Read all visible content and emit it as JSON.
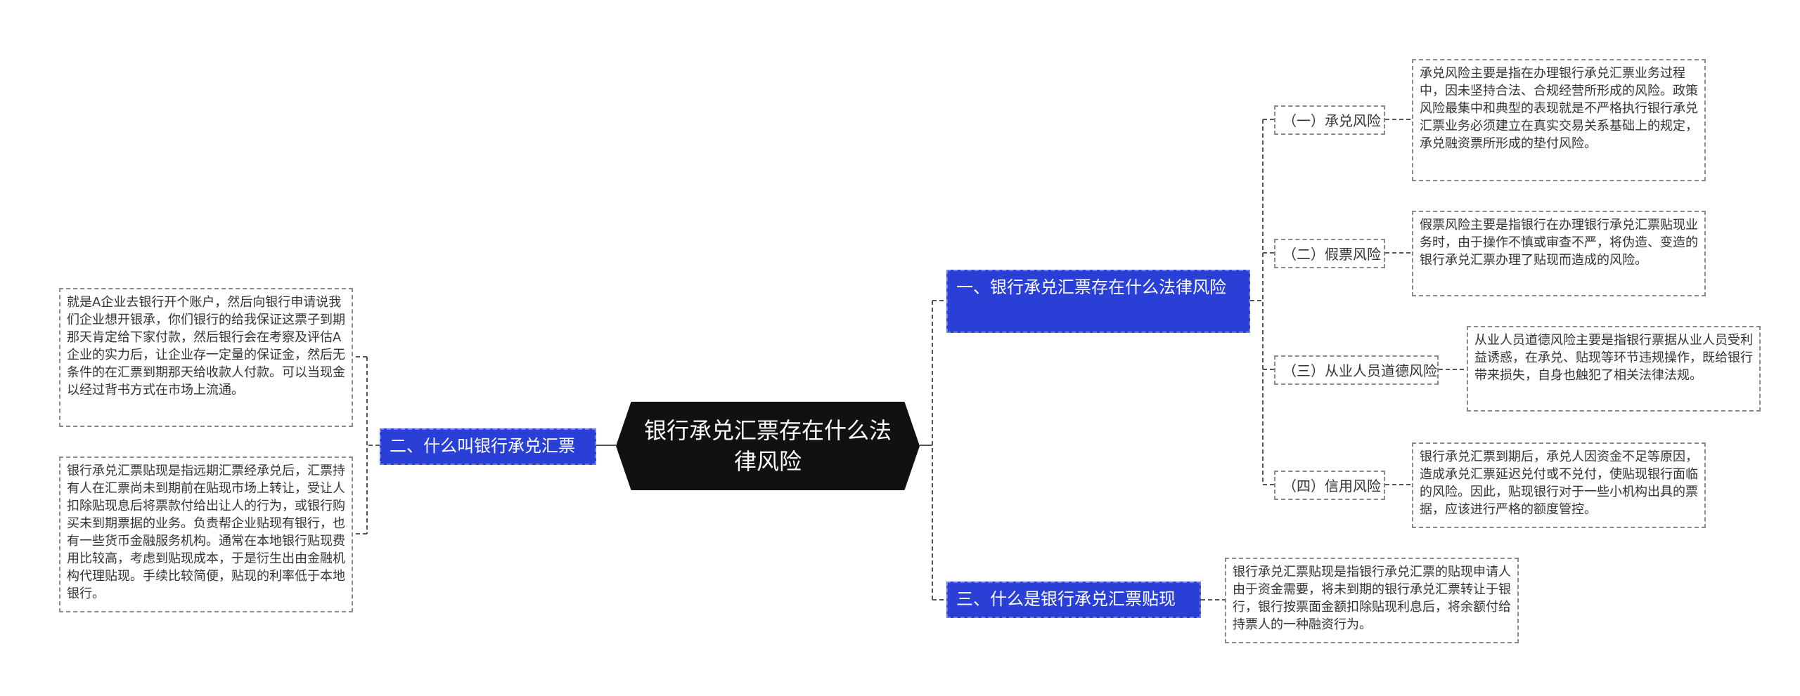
{
  "center": {
    "title": "银行承兑汇票存在什么法律风险"
  },
  "branches": {
    "one": {
      "label": "一、银行承兑汇票存在什么法律风险",
      "children": [
        {
          "label": "（一）承兑风险",
          "detail": "承兑风险主要是指在办理银行承兑汇票业务过程中，因未坚持合法、合规经营所形成的风险。政策风险最集中和典型的表现就是不严格执行银行承兑汇票业务必须建立在真实交易关系基础上的规定，承兑融资票所形成的垫付风险。"
        },
        {
          "label": "（二）假票风险",
          "detail": "假票风险主要是指银行在办理银行承兑汇票贴现业务时，由于操作不慎或审查不严，将伪造、变造的银行承兑汇票办理了贴现而造成的风险。"
        },
        {
          "label": "（三）从业人员道德风险",
          "detail": "从业人员道德风险主要是指银行票据从业人员受利益诱惑，在承兑、贴现等环节违规操作，既给银行带来损失，自身也触犯了相关法律法规。"
        },
        {
          "label": "（四）信用风险",
          "detail": "银行承兑汇票到期后，承兑人因资金不足等原因，造成承兑汇票延迟兑付或不兑付，使贴现银行面临的风险。因此，贴现银行对于一些小机构出具的票据，应该进行严格的额度管控。"
        }
      ]
    },
    "two": {
      "label": "二、什么叫银行承兑汇票",
      "details": [
        "就是A企业去银行开个账户，然后向银行申请说我们企业想开银承，你们银行的给我保证这票子到期那天肯定给下家付款，然后银行会在考察及评估A企业的实力后，让企业存一定量的保证金，然后无条件的在汇票到期那天给收款人付款。可以当现金以经过背书方式在市场上流通。",
        "银行承兑汇票贴现是指远期汇票经承兑后，汇票持有人在汇票尚未到期前在贴现市场上转让，受让人扣除贴现息后将票款付给出让人的行为，或银行购买未到期票据的业务。负责帮企业贴现有银行，也有一些货币金融服务机构。通常在本地银行贴现费用比较高，考虑到贴现成本，于是衍生出由金融机构代理贴现。手续比较简便，贴现的利率低于本地银行。"
      ]
    },
    "three": {
      "label": "三、什么是银行承兑汇票贴现",
      "detail": "银行承兑汇票贴现是指银行承兑汇票的贴现申请人由于资金需要，将未到期的银行承兑汇票转让于银行，银行按票面金额扣除贴现利息后，将余额付给持票人的一种融资行为。"
    }
  }
}
